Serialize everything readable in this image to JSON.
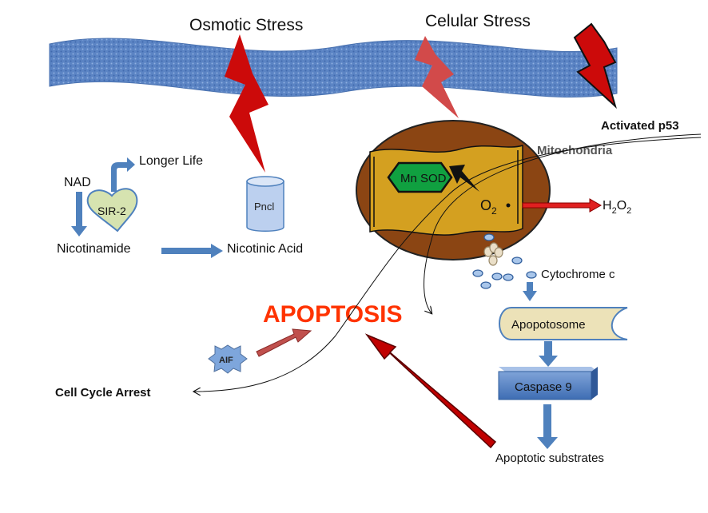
{
  "title_osmotic": "Osmotic Stress",
  "title_cellular": "Celular Stress",
  "labels": {
    "activated_p53": "Activated p53",
    "mitochondria": "Mitochondria",
    "mn_sod": "Mn SOD",
    "o2_base": "O",
    "o2_sub": "2",
    "h2o2_h": "H",
    "h2o2_sub1": "2",
    "h2o2_o": "O",
    "h2o2_sub2": "2",
    "nad": "NAD",
    "longer_life": "Longer Life",
    "sir2": "SIR-2",
    "nicotinamide": "Nicotinamide",
    "nicotinic_acid": "Nicotinic Acid",
    "pncl": "Pncl",
    "cytochrome_c": "Cytochrome c",
    "apopotosome": "Apopotosome",
    "caspase9": "Caspase 9",
    "apoptotic_substrates": "Apoptotic substrates",
    "apoptosis": "APOPTOSIS",
    "aif": "AIF",
    "cell_cycle_arrest": "Cell Cycle Arrest"
  },
  "colors": {
    "membrane": "#5b84c4",
    "lightning": "#cc0a0a",
    "lightning_light": "#d24a4a",
    "mito_outer": "#8b4513",
    "mito_inner": "#d4a020",
    "mnsod": "#10a040",
    "blue_arrow": "#4f81bd",
    "apoptosis_text": "#ff3300",
    "big_arrow": "#c00000"
  }
}
